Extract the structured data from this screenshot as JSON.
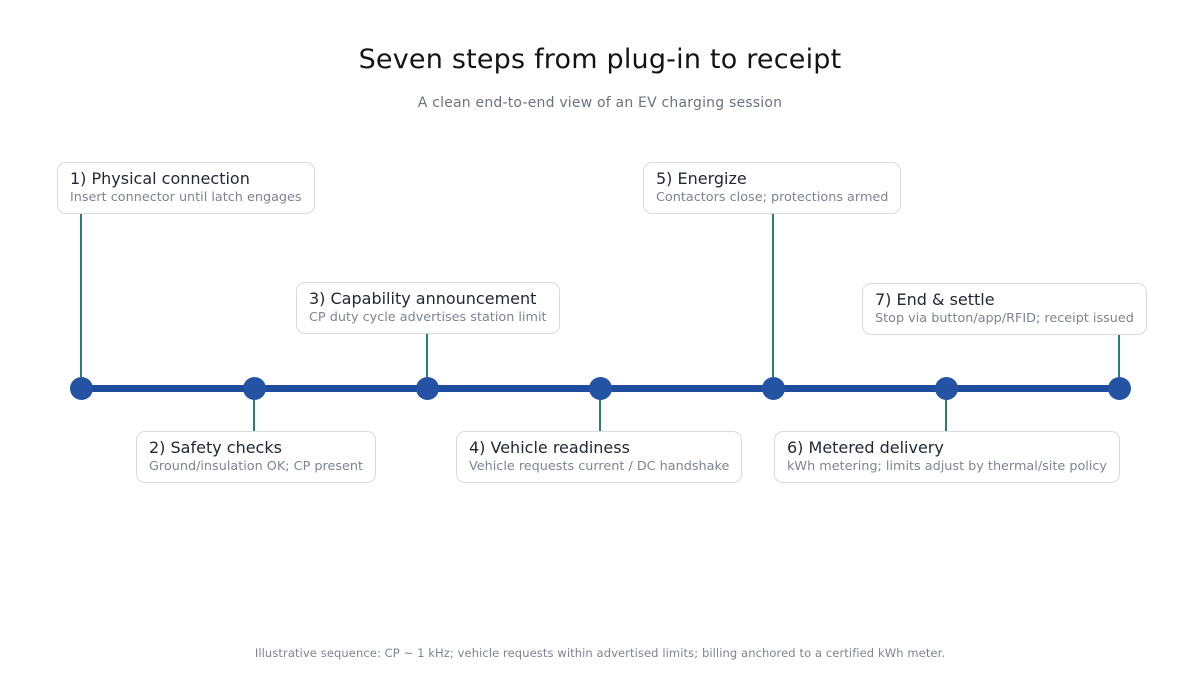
{
  "title": "Seven steps from plug-in to receipt",
  "subtitle": "A clean end-to-end view of an EV charging session",
  "footer": "Illustrative sequence: CP ~ 1 kHz; vehicle requests within advertised limits; billing anchored to a certified kWh meter.",
  "colors": {
    "timeline": "#1e4d9d",
    "node": "#2453a4",
    "connector": "#2b7f70",
    "box_border": "#d9dade",
    "heading_text": "#232836",
    "secondary_text": "#7d8492"
  },
  "steps": [
    {
      "label": "1) Physical connection",
      "desc": "Insert connector until latch engages",
      "side": "above"
    },
    {
      "label": "2) Safety checks",
      "desc": "Ground/insulation OK; CP present",
      "side": "below"
    },
    {
      "label": "3) Capability announcement",
      "desc": "CP duty cycle advertises station limit",
      "side": "above"
    },
    {
      "label": "4) Vehicle readiness",
      "desc": "Vehicle requests current / DC handshake",
      "side": "below"
    },
    {
      "label": "5) Energize",
      "desc": "Contactors close; protections armed",
      "side": "above"
    },
    {
      "label": "6) Metered delivery",
      "desc": "kWh metering; limits adjust by thermal/site policy",
      "side": "below"
    },
    {
      "label": "7) End & settle",
      "desc": "Stop via button/app/RFID; receipt issued",
      "side": "above"
    }
  ]
}
